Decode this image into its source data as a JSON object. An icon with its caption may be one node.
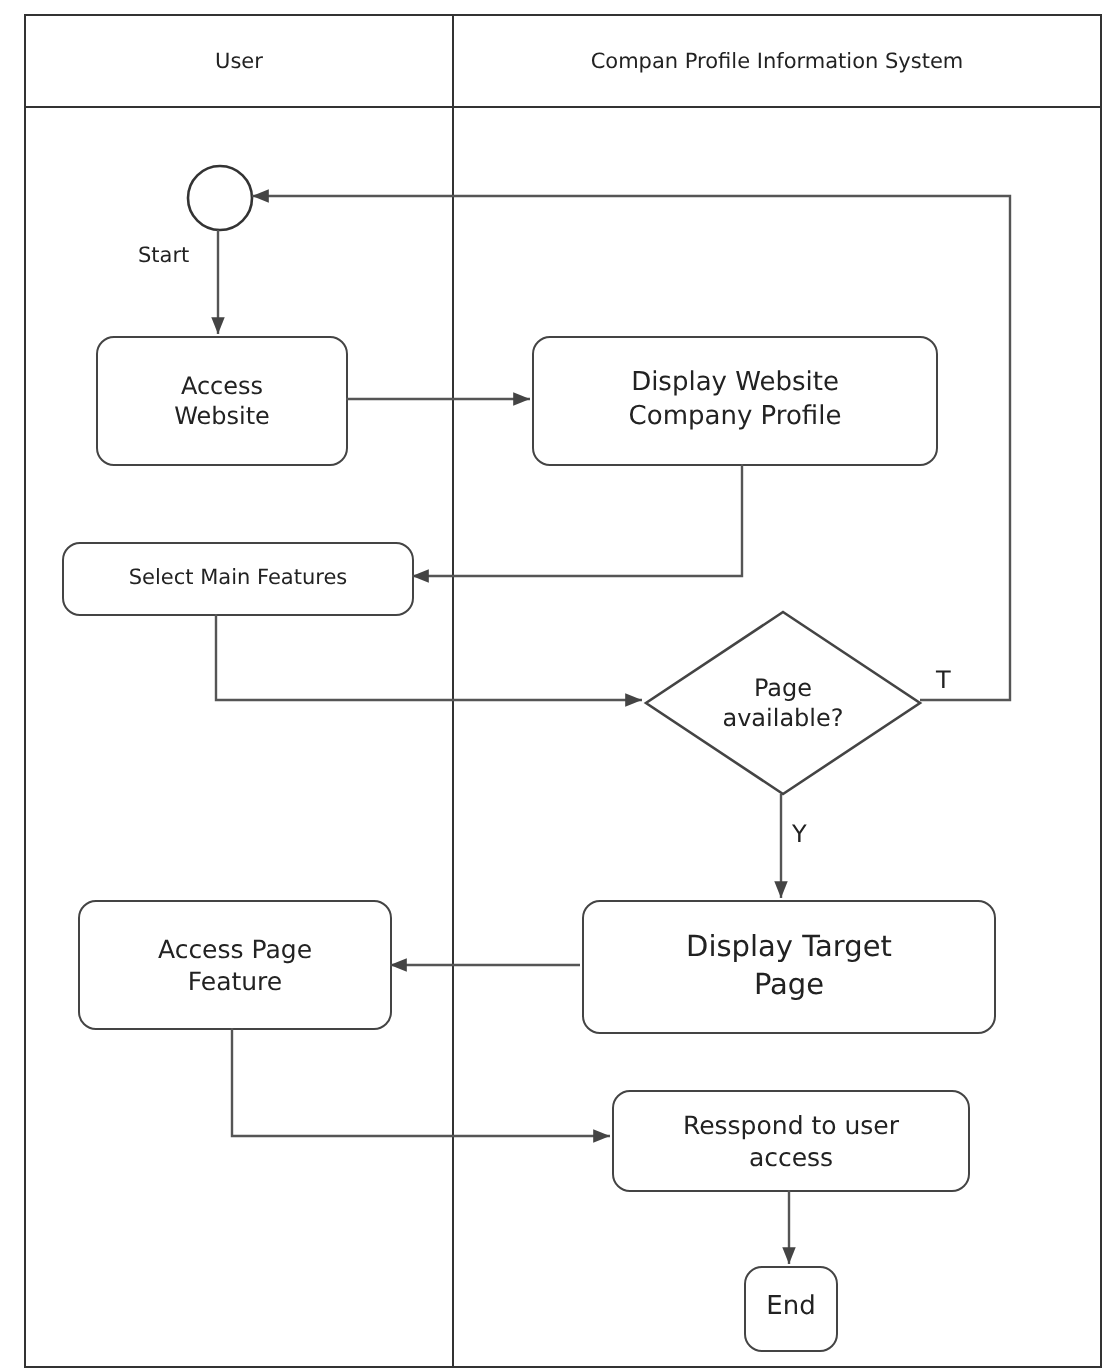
{
  "diagram": {
    "nodes": [
      {
        "text": [
          "User"
        ]
      },
      {
        "text": [
          "Compan Profile Information System"
        ]
      },
      {
        "text": [],
        "shape": "circle",
        "in": 0,
        "beside": [
          "Start"
        ]
      },
      {
        "text": [
          "Access Website"
        ],
        "in": 0
      },
      {
        "text": [
          "Display Website Company Profile"
        ],
        "in": 1
      },
      {
        "text": [
          "Select Main Features"
        ],
        "in": 0
      },
      {
        "text": [
          "Page available?"
        ],
        "in": 1
      },
      {
        "text": [
          "Display Target Page"
        ],
        "in": 1
      },
      {
        "text": [
          "Access Page Feature"
        ],
        "in": 0
      },
      {
        "text": [
          "Resspond to user access"
        ],
        "in": 1
      },
      {
        "text": [
          "End"
        ],
        "in": 1
      }
    ],
    "edges": [
      {
        "from": 2,
        "to": 3,
        "arrow": "to"
      },
      {
        "from": 3,
        "to": 4,
        "arrow": "to"
      },
      {
        "from": 4,
        "to": 5,
        "arrow": "to"
      },
      {
        "from": 5,
        "to": 6,
        "arrow": "to"
      },
      {
        "from": 6,
        "to": 2,
        "arrow": "to",
        "label": "T"
      },
      {
        "from": 6,
        "to": 7,
        "arrow": "to",
        "label": "Y"
      },
      {
        "from": 7,
        "to": 8,
        "arrow": "to"
      },
      {
        "from": 8,
        "to": 9,
        "arrow": "to"
      },
      {
        "from": 9,
        "to": 10,
        "arrow": "to"
      }
    ]
  }
}
